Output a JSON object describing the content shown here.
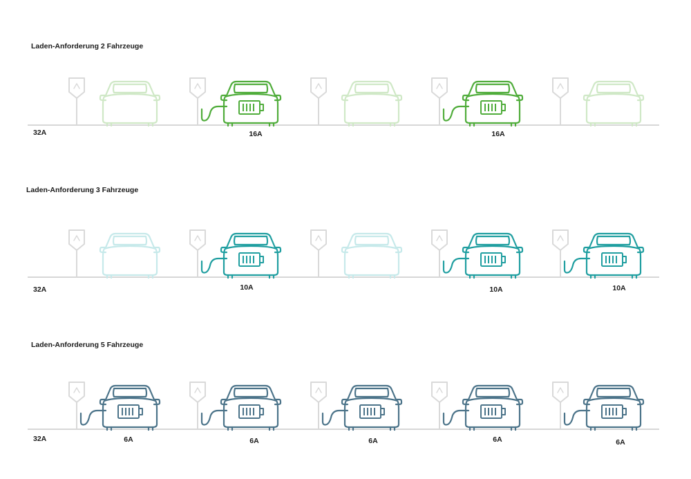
{
  "colors": {
    "pole": "#d9d9d9",
    "active_row1": "#4fac3a",
    "inactive_row1": "#cfe8c6",
    "active_row2": "#1f9ea0",
    "inactive_row2": "#c6e9ea",
    "active_row3": "#4b7389",
    "ground": "#d7d7d7"
  },
  "icons": [
    "charging-station-icon",
    "car-front-icon",
    "battery-icon",
    "charging-cable-icon"
  ],
  "rows": [
    {
      "title": "Laden-Anforderung 2 Fahrzeuge",
      "total": "32A",
      "slots": [
        {
          "charging": false,
          "amps": ""
        },
        {
          "charging": true,
          "amps": "16A"
        },
        {
          "charging": false,
          "amps": ""
        },
        {
          "charging": true,
          "amps": "16A"
        },
        {
          "charging": false,
          "amps": ""
        }
      ]
    },
    {
      "title": "Laden-Anforderung 3 Fahrzeuge",
      "total": "32A",
      "slots": [
        {
          "charging": false,
          "amps": ""
        },
        {
          "charging": true,
          "amps": "10A"
        },
        {
          "charging": false,
          "amps": ""
        },
        {
          "charging": true,
          "amps": "10A"
        },
        {
          "charging": true,
          "amps": "10A"
        }
      ]
    },
    {
      "title": "Laden-Anforderung 5 Fahrzeuge",
      "total": "32A",
      "slots": [
        {
          "charging": true,
          "amps": "6A"
        },
        {
          "charging": true,
          "amps": "6A"
        },
        {
          "charging": true,
          "amps": "6A"
        },
        {
          "charging": true,
          "amps": "6A"
        },
        {
          "charging": true,
          "amps": "6A"
        }
      ]
    }
  ]
}
